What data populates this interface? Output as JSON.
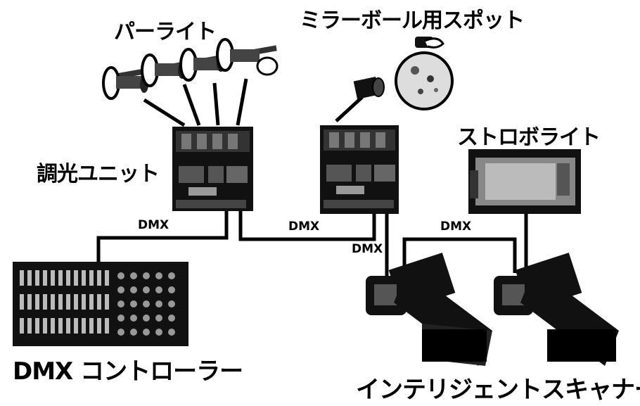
{
  "labels": {
    "par_light": "パーライト",
    "mirror_ball_spot": "ミラーボール用スポット",
    "strobe_light": "ストロボライト",
    "dimmer_unit": "調光ユニット",
    "dmx_controller": "DMX コントローラー",
    "intelligent_scanner": "インテリジェントスキャナー"
  },
  "connections": {
    "dmx_1": "DMX",
    "dmx_2": "DMX",
    "dmx_3": "DMX",
    "dmx_4": "DMX"
  }
}
